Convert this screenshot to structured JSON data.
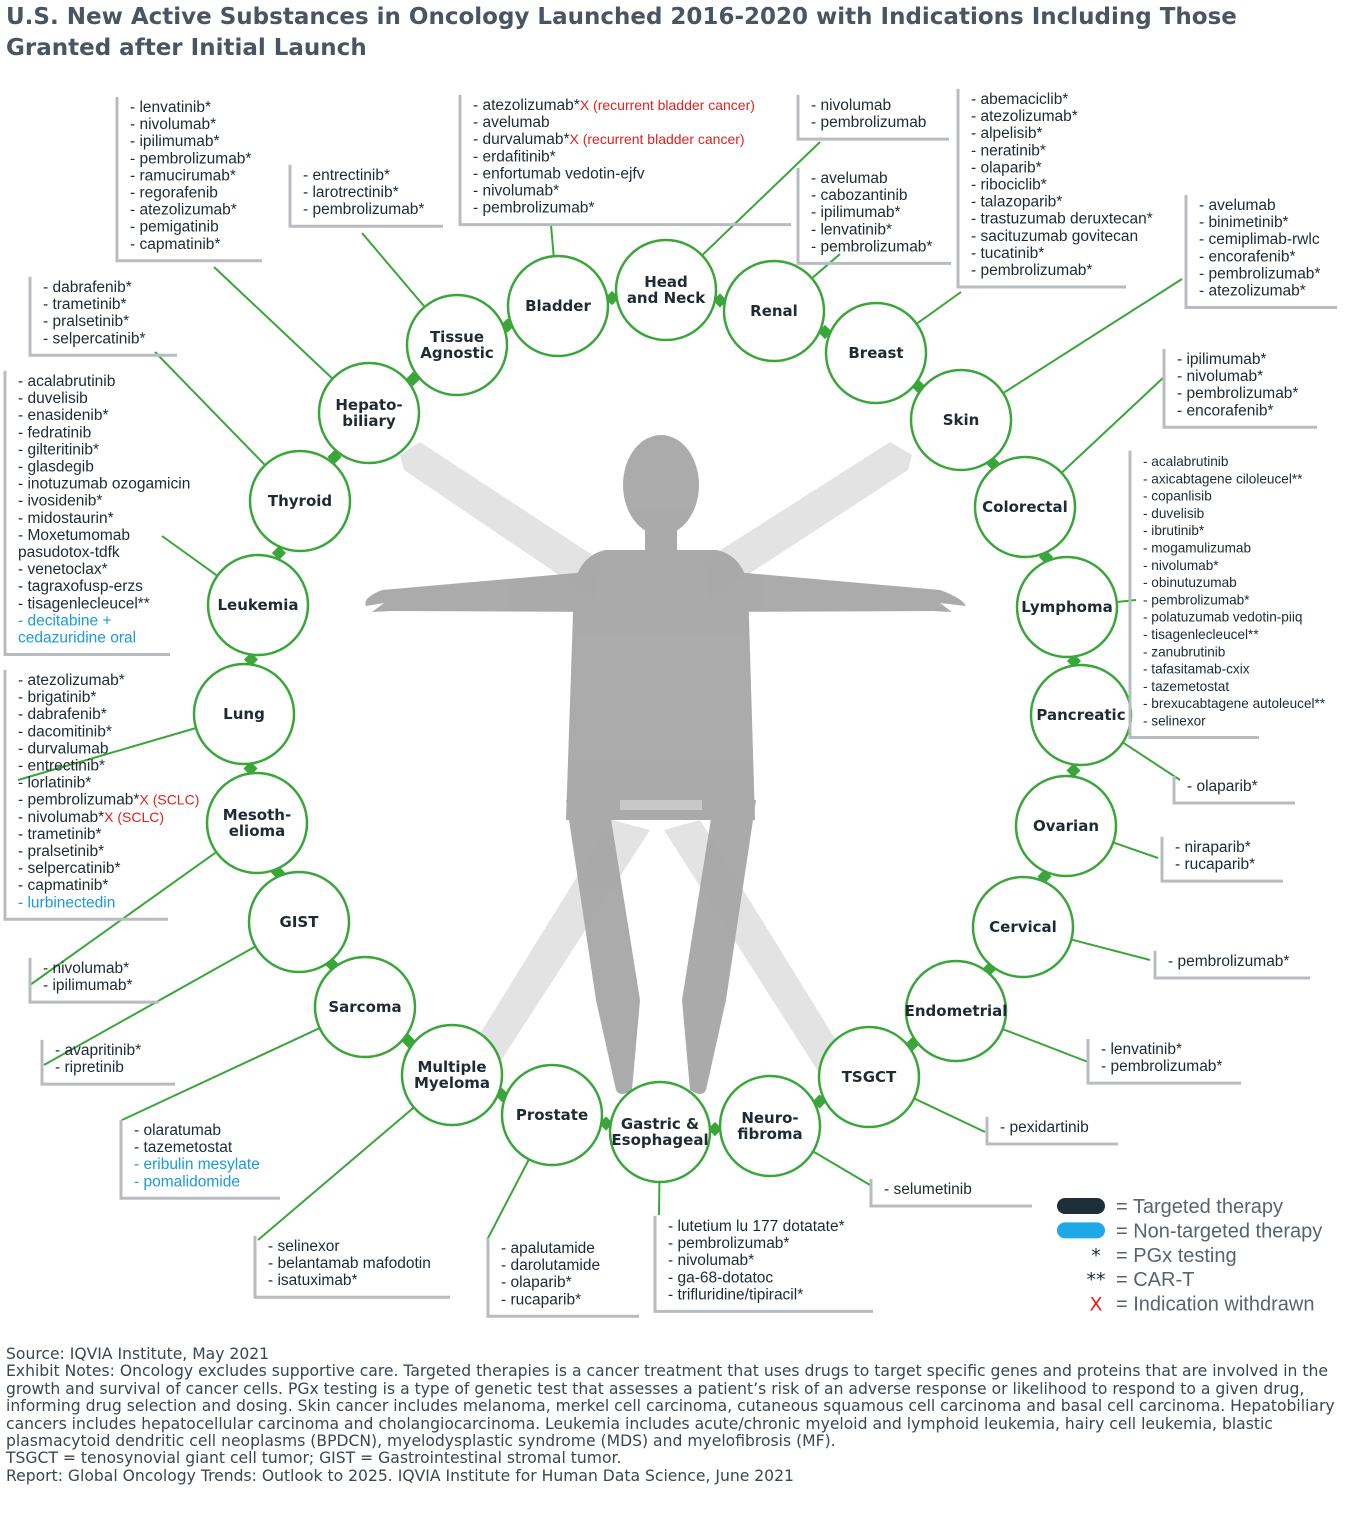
{
  "title": "U.S. New Active Substances in Oncology Launched 2016-2020 with Indications Including Those Granted after Initial Launch",
  "colors": {
    "ring": "#3aa63a",
    "box_border": "#b8bcc0",
    "text": "#1f2a33",
    "non_targeted": "#1a9ad6",
    "withdrawn": "#e02020",
    "body_dark": "#a6a6a6",
    "body_light": "#e3e3e3",
    "legend_targeted": "#1e2f38",
    "legend_non_targeted": "#1ea8e6"
  },
  "cancers": [
    {
      "id": "tissue",
      "label": "Tissue\nAgnostic"
    },
    {
      "id": "bladder",
      "label": "Bladder"
    },
    {
      "id": "headneck",
      "label": "Head\nand Neck"
    },
    {
      "id": "renal",
      "label": "Renal"
    },
    {
      "id": "breast",
      "label": "Breast"
    },
    {
      "id": "skin",
      "label": "Skin"
    },
    {
      "id": "colorectal",
      "label": "Colorectal"
    },
    {
      "id": "lymphoma",
      "label": "Lymphoma"
    },
    {
      "id": "pancreatic",
      "label": "Pancreatic"
    },
    {
      "id": "ovarian",
      "label": "Ovarian"
    },
    {
      "id": "cervical",
      "label": "Cervical"
    },
    {
      "id": "endometrial",
      "label": "Endometrial"
    },
    {
      "id": "tsgct",
      "label": "TSGCT"
    },
    {
      "id": "neuro",
      "label": "Neuro-\nfibroma"
    },
    {
      "id": "gastric",
      "label": "Gastric &\nEsophageal"
    },
    {
      "id": "prostate",
      "label": "Prostate"
    },
    {
      "id": "myeloma",
      "label": "Multiple\nMyeloma"
    },
    {
      "id": "sarcoma",
      "label": "Sarcoma"
    },
    {
      "id": "gist",
      "label": "GIST"
    },
    {
      "id": "meso",
      "label": "Mesoth-\nelioma"
    },
    {
      "id": "lung",
      "label": "Lung"
    },
    {
      "id": "leukemia",
      "label": "Leukemia"
    },
    {
      "id": "thyroid",
      "label": "Thyroid"
    },
    {
      "id": "hepato",
      "label": "Hepato-\nbiliary"
    }
  ],
  "drug_lists": [
    {
      "id": "hepato",
      "items": [
        {
          "text": "- lenvatinib*"
        },
        {
          "text": "- nivolumab*"
        },
        {
          "text": "- ipilimumab*"
        },
        {
          "text": "- pembrolizumab*"
        },
        {
          "text": "- ramucirumab*"
        },
        {
          "text": "- regorafenib"
        },
        {
          "text": "- atezolizumab*"
        },
        {
          "text": "- pemigatinib"
        },
        {
          "text": "- capmatinib*"
        }
      ]
    },
    {
      "id": "tissue",
      "items": [
        {
          "text": "- entrectinib*"
        },
        {
          "text": "- larotrectinib*"
        },
        {
          "text": "- pembrolizumab*"
        }
      ]
    },
    {
      "id": "bladder",
      "items": [
        {
          "text": "- atezolizumab*",
          "suffix": "X (recurrent bladder cancer)"
        },
        {
          "text": "- avelumab"
        },
        {
          "text": "- durvalumab*",
          "suffix": "X (recurrent bladder cancer)"
        },
        {
          "text": "- erdafitinib*"
        },
        {
          "text": "- enfortumab vedotin-ejfv"
        },
        {
          "text": "- nivolumab*"
        },
        {
          "text": "- pembrolizumab*"
        }
      ]
    },
    {
      "id": "headneck",
      "items": [
        {
          "text": "- nivolumab"
        },
        {
          "text": "- pembrolizumab"
        }
      ]
    },
    {
      "id": "renal",
      "items": [
        {
          "text": "- avelumab"
        },
        {
          "text": "- cabozantinib"
        },
        {
          "text": "- ipilimumab*"
        },
        {
          "text": "- lenvatinib*"
        },
        {
          "text": "- pembrolizumab*"
        }
      ]
    },
    {
      "id": "breast",
      "items": [
        {
          "text": "- abemaciclib*"
        },
        {
          "text": "- atezolizumab*"
        },
        {
          "text": "- alpelisib*"
        },
        {
          "text": "- neratinib*"
        },
        {
          "text": "- olaparib*"
        },
        {
          "text": "- ribociclib*"
        },
        {
          "text": "- talazoparib*"
        },
        {
          "text": "- trastuzumab deruxtecan*"
        },
        {
          "text": "- sacituzumab govitecan"
        },
        {
          "text": "- tucatinib*"
        },
        {
          "text": "- pembrolizumab*"
        }
      ]
    },
    {
      "id": "skin",
      "items": [
        {
          "text": "- avelumab"
        },
        {
          "text": "- binimetinib*"
        },
        {
          "text": "- cemiplimab-rwlc"
        },
        {
          "text": "- encorafenib*"
        },
        {
          "text": "- pembrolizumab*"
        },
        {
          "text": "- atezolizumab*"
        }
      ]
    },
    {
      "id": "colorectal",
      "items": [
        {
          "text": "- ipilimumab*"
        },
        {
          "text": "- nivolumab*"
        },
        {
          "text": "- pembrolizumab*"
        },
        {
          "text": "- encorafenib*"
        }
      ]
    },
    {
      "id": "lymphoma",
      "items": [
        {
          "text": "- acalabrutinib"
        },
        {
          "text": "- axicabtagene ciloleucel**"
        },
        {
          "text": "- copanlisib"
        },
        {
          "text": "- duvelisib"
        },
        {
          "text": "- ibrutinib*"
        },
        {
          "text": "- mogamulizumab"
        },
        {
          "text": "- nivolumab*"
        },
        {
          "text": "- obinutuzumab"
        },
        {
          "text": "- pembrolizumab*"
        },
        {
          "text": "- polatuzumab vedotin-piiq"
        },
        {
          "text": "- tisagenlecleucel**"
        },
        {
          "text": "- zanubrutinib"
        },
        {
          "text": "- tafasitamab-cxix"
        },
        {
          "text": "- tazemetostat"
        },
        {
          "text": "- brexucabtagene autoleucel**"
        },
        {
          "text": "- selinexor"
        }
      ]
    },
    {
      "id": "pancreatic",
      "items": [
        {
          "text": "- olaparib*"
        }
      ]
    },
    {
      "id": "ovarian",
      "items": [
        {
          "text": "- niraparib*"
        },
        {
          "text": "- rucaparib*"
        }
      ]
    },
    {
      "id": "cervical",
      "items": [
        {
          "text": "- pembrolizumab*"
        }
      ]
    },
    {
      "id": "endometrial",
      "items": [
        {
          "text": "- lenvatinib*"
        },
        {
          "text": "- pembrolizumab*"
        }
      ]
    },
    {
      "id": "tsgct",
      "items": [
        {
          "text": "- pexidartinib"
        }
      ]
    },
    {
      "id": "neuro",
      "items": [
        {
          "text": "- selumetinib"
        }
      ]
    },
    {
      "id": "gastric",
      "items": [
        {
          "text": "- lutetium lu 177 dotatate*"
        },
        {
          "text": "- pembrolizumab*"
        },
        {
          "text": "- nivolumab*"
        },
        {
          "text": "- ga-68-dotatoc"
        },
        {
          "text": "- trifluridine/tipiracil*"
        }
      ]
    },
    {
      "id": "prostate",
      "items": [
        {
          "text": "- apalutamide"
        },
        {
          "text": "- darolutamide"
        },
        {
          "text": "- olaparib*"
        },
        {
          "text": "- rucaparib*"
        }
      ]
    },
    {
      "id": "myeloma",
      "items": [
        {
          "text": "- selinexor"
        },
        {
          "text": "- belantamab mafodotin"
        },
        {
          "text": "- isatuximab*"
        }
      ]
    },
    {
      "id": "sarcoma",
      "items": [
        {
          "text": "- olaratumab"
        },
        {
          "text": "- tazemetostat"
        },
        {
          "text": "- eribulin mesylate",
          "type": "nt"
        },
        {
          "text": "- pomalidomide",
          "type": "nt"
        }
      ]
    },
    {
      "id": "gist",
      "items": [
        {
          "text": "- avapritinib*"
        },
        {
          "text": "- ripretinib"
        }
      ]
    },
    {
      "id": "meso",
      "items": [
        {
          "text": "- nivolumab*"
        },
        {
          "text": "- ipilimumab*"
        }
      ]
    },
    {
      "id": "lung",
      "items": [
        {
          "text": "- atezolizumab*"
        },
        {
          "text": "- brigatinib*"
        },
        {
          "text": "- dabrafenib*"
        },
        {
          "text": "- dacomitinib*"
        },
        {
          "text": "- durvalumab"
        },
        {
          "text": "- entrectinib*"
        },
        {
          "text": "- lorlatinib*"
        },
        {
          "text": "- pembrolizumab*",
          "suffix": "X (SCLC)"
        },
        {
          "text": "- nivolumab*",
          "suffix": "X (SCLC)"
        },
        {
          "text": "- trametinib*"
        },
        {
          "text": "- pralsetinib*"
        },
        {
          "text": "- selpercatinib*"
        },
        {
          "text": "- capmatinib*"
        },
        {
          "text": "- lurbinectedin",
          "type": "nt"
        }
      ]
    },
    {
      "id": "leukemia",
      "items": [
        {
          "text": "- acalabrutinib"
        },
        {
          "text": "- duvelisib"
        },
        {
          "text": "- enasidenib*"
        },
        {
          "text": "- fedratinib"
        },
        {
          "text": "- gilteritinib*"
        },
        {
          "text": "- glasdegib"
        },
        {
          "text": "- inotuzumab ozogamicin"
        },
        {
          "text": "- ivosidenib*"
        },
        {
          "text": "- midostaurin*"
        },
        {
          "text": "- Moxetumomab"
        },
        {
          "text": "  pasudotox-tdfk"
        },
        {
          "text": "- venetoclax*"
        },
        {
          "text": "- tagraxofusp-erzs"
        },
        {
          "text": "- tisagenlecleucel**"
        },
        {
          "text": "- decitabine +",
          "type": "nt"
        },
        {
          "text": "  cedazuridine oral",
          "type": "nt"
        }
      ]
    },
    {
      "id": "thyroid",
      "items": [
        {
          "text": "- dabrafenib*"
        },
        {
          "text": "- trametinib*"
        },
        {
          "text": "- pralsetinib*"
        },
        {
          "text": "- selpercatinib*"
        }
      ]
    }
  ],
  "legend": [
    {
      "swatch": "bar",
      "color": "#1e2f38",
      "label": "= Targeted therapy"
    },
    {
      "swatch": "bar",
      "color": "#1ea8e6",
      "label": "= Non-targeted therapy"
    },
    {
      "swatch": "text",
      "symbol": "*",
      "label": "= PGx testing"
    },
    {
      "swatch": "text",
      "symbol": "**",
      "label": "= CAR-T"
    },
    {
      "swatch": "text",
      "symbol": "X",
      "symbol_color": "#e02020",
      "label": "= Indication withdrawn"
    }
  ],
  "footer": {
    "source": "Source: IQVIA Institute, May 2021",
    "notes": "Exhibit Notes: Oncology excludes supportive care. Targeted therapies is a cancer treatment that uses drugs to target specific genes and proteins that are involved in the growth and survival of cancer cells. PGx testing is a type of genetic test that assesses a patient’s risk of an adverse response or likelihood to respond to a given drug, informing drug selection and dosing. Skin cancer includes melanoma, merkel cell carcinoma, cutaneous squamous cell carcinoma and basal cell carcinoma. Hepatobiliary cancers includes hepatocellular carcinoma and cholangiocarcinoma. Leukemia includes acute/chronic myeloid and lymphoid leukemia, hairy cell leukemia, blastic plasmacytoid dendritic cell neoplasms (BPDCN), myelodysplastic syndrome (MDS) and myelofibrosis (MF).",
    "abbreviations": "TSGCT = tenosynovial giant cell tumor; GIST = Gastrointestinal stromal tumor.",
    "report": "Report: Global Oncology Trends: Outlook to 2025. IQVIA Institute for Human Data Science, June 2021"
  }
}
